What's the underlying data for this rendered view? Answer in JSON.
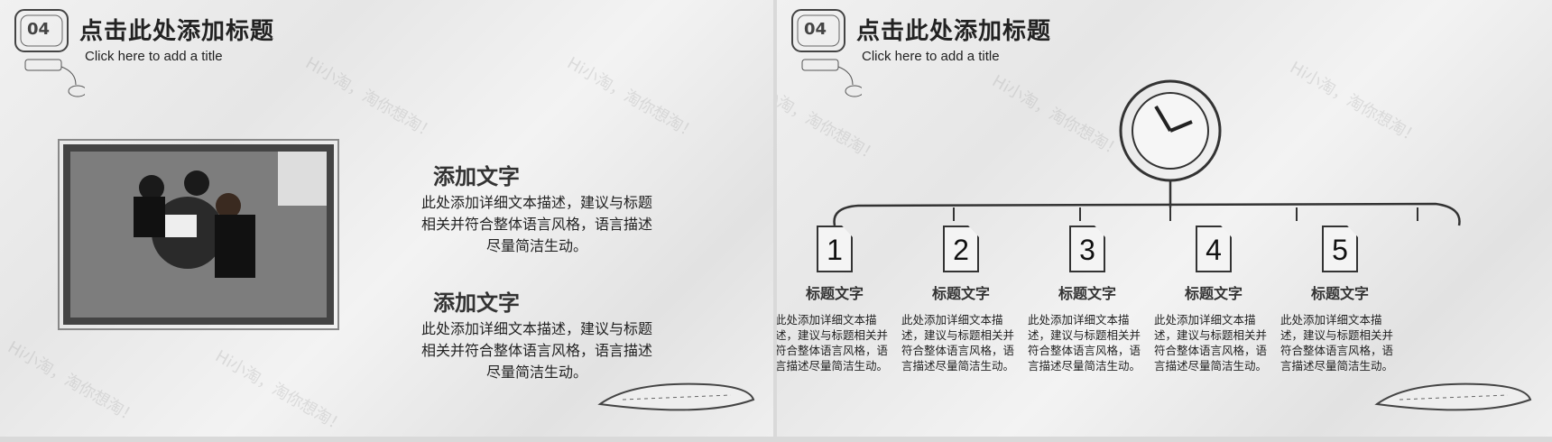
{
  "slides": [
    {
      "number": "04",
      "title": "点击此处添加标题",
      "subtitle": "Click here to add a title",
      "blocks": [
        {
          "heading": "添加文字",
          "text": "此处添加详细文本描述，建议与标题相关并符合整体语言风格，语言描述尽量简洁生动。"
        },
        {
          "heading": "添加文字",
          "text": "此处添加详细文本描述，建议与标题相关并符合整体语言风格，语言描述尽量简洁生动。"
        }
      ]
    },
    {
      "number": "04",
      "title": "点击此处添加标题",
      "subtitle": "Click here to add a title",
      "items": [
        {
          "num": "1",
          "title": "标题文字",
          "text": "此处添加详细文本描述，建议与标题相关并符合整体语言风格，语言描述尽量简洁生动。"
        },
        {
          "num": "2",
          "title": "标题文字",
          "text": "此处添加详细文本描述，建议与标题相关并符合整体语言风格，语言描述尽量简洁生动。"
        },
        {
          "num": "3",
          "title": "标题文字",
          "text": "此处添加详细文本描述，建议与标题相关并符合整体语言风格，语言描述尽量简洁生动。"
        },
        {
          "num": "4",
          "title": "标题文字",
          "text": "此处添加详细文本描述，建议与标题相关并符合整体语言风格，语言描述尽量简洁生动。"
        },
        {
          "num": "5",
          "title": "标题文字",
          "text": "此处添加详细文本描述，建议与标题相关并符合整体语言风格，语言描述尽量简洁生动。"
        }
      ]
    }
  ],
  "watermark": "Hi小淘，淘你想淘！"
}
